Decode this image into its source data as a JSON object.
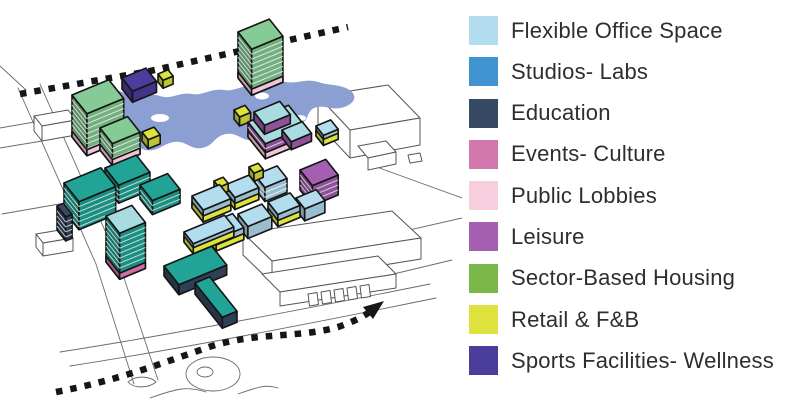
{
  "legend": {
    "items": [
      {
        "label": "Flexible Office Space",
        "color": "#b3dcee"
      },
      {
        "label": "Studios- Labs",
        "color": "#3e93d0"
      },
      {
        "label": "Education",
        "color": "#364a63"
      },
      {
        "label": "Events- Culture",
        "color": "#d378ae"
      },
      {
        "label": "Public Lobbies",
        "color": "#f6cede"
      },
      {
        "label": "Leisure",
        "color": "#a55fb0"
      },
      {
        "label": "Sector-Based Housing",
        "color": "#7ab648"
      },
      {
        "label": "Retail & F&B",
        "color": "#dde23d"
      },
      {
        "label": "Sports Facilities- Wellness",
        "color": "#4b3d9c"
      }
    ]
  },
  "palette": {
    "flexible": "#b3dcee",
    "studios": "#3e93d0",
    "education": "#364a63",
    "events": "#cf6ba6",
    "lobbies": "#f3c3d6",
    "leisure": "#a55fb0",
    "housing": "#86cb95",
    "retail": "#dde23d",
    "sports": "#4b3d9c",
    "teal": "#21a496",
    "cyanroof": "#a9dce1",
    "white": "#ffffff"
  },
  "diagram": {
    "water_color": "#8c9fd2",
    "path_color": "#161616"
  }
}
